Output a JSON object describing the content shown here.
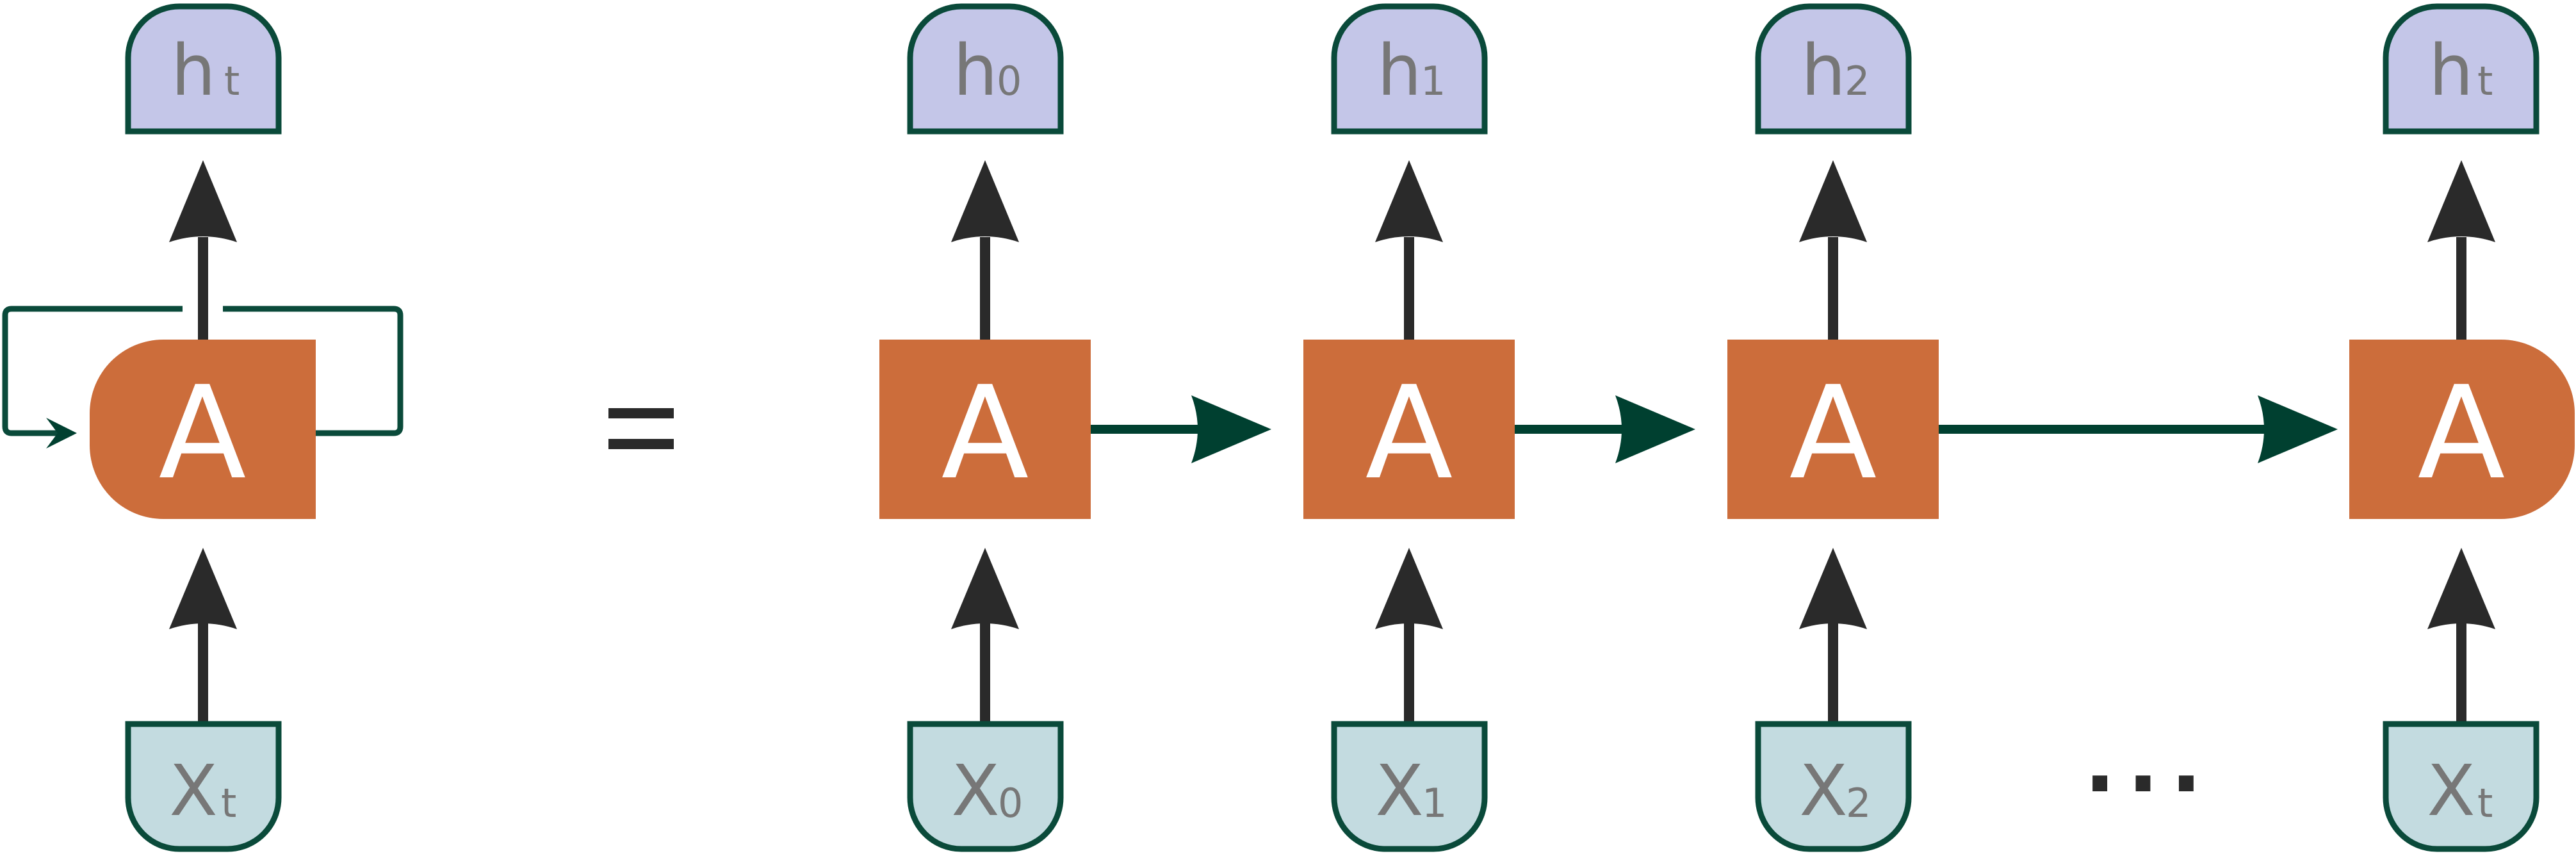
{
  "rolled": {
    "cell_label": "A",
    "output": {
      "main": "h",
      "sub": "t"
    },
    "input": {
      "main": "X",
      "sub": "t"
    }
  },
  "equals": "=",
  "unrolled": [
    {
      "cell_label": "A",
      "output": {
        "main": "h",
        "sub": "0"
      },
      "input": {
        "main": "X",
        "sub": "0"
      }
    },
    {
      "cell_label": "A",
      "output": {
        "main": "h",
        "sub": "1"
      },
      "input": {
        "main": "X",
        "sub": "1"
      }
    },
    {
      "cell_label": "A",
      "output": {
        "main": "h",
        "sub": "2"
      },
      "input": {
        "main": "X",
        "sub": "2"
      }
    },
    {
      "cell_label": "A",
      "output": {
        "main": "h",
        "sub": "t"
      },
      "input": {
        "main": "X",
        "sub": "t"
      }
    }
  ],
  "ellipsis": "...",
  "colors": {
    "output_box": "#c4c6e8",
    "input_box": "#c3dbe0",
    "cell": "#cc6d3b",
    "outline": "#0a4a3a",
    "arrow": "#2a2a2a",
    "recurrent_arrow": "#004030"
  }
}
